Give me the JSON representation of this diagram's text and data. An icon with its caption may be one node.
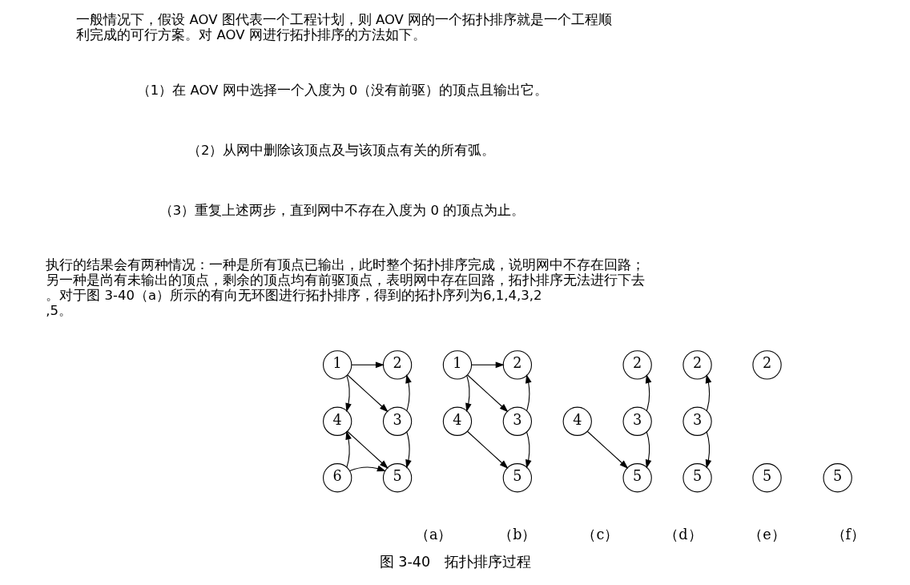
{
  "diagram": {
    "caption": "图 3-40　拓扑排序过程",
    "nodes": [
      {
        "text": [
          "1"
        ]
      },
      {
        "text": [
          "2"
        ]
      },
      {
        "text": [
          "4"
        ]
      },
      {
        "text": [
          "3"
        ]
      },
      {
        "text": [
          "6"
        ]
      },
      {
        "text": [
          "5"
        ]
      },
      {
        "text": [
          "1"
        ]
      },
      {
        "text": [
          "2"
        ]
      },
      {
        "text": [
          "4"
        ]
      },
      {
        "text": [
          "3"
        ]
      },
      {
        "text": [
          "5"
        ]
      },
      {
        "text": [
          "2"
        ]
      },
      {
        "text": [
          "4"
        ]
      },
      {
        "text": [
          "3"
        ]
      },
      {
        "text": [
          "5"
        ]
      },
      {
        "text": [
          "2"
        ]
      },
      {
        "text": [
          "3"
        ]
      },
      {
        "text": [
          "5"
        ]
      },
      {
        "text": [
          "2"
        ]
      },
      {
        "text": [
          "5"
        ]
      },
      {
        "text": [
          "5"
        ]
      }
    ],
    "edges": [
      {
        "from": 0,
        "to": 1,
        "arrow": "to"
      },
      {
        "from": 0,
        "to": 2,
        "arrow": "to"
      },
      {
        "from": 0,
        "to": 3,
        "arrow": "to"
      },
      {
        "from": 3,
        "to": 1,
        "arrow": "to"
      },
      {
        "from": 2,
        "to": 5,
        "arrow": "to"
      },
      {
        "from": 3,
        "to": 5,
        "arrow": "to"
      },
      {
        "from": 4,
        "to": 2,
        "arrow": "to"
      },
      {
        "from": 4,
        "to": 5,
        "arrow": "to"
      },
      {
        "from": 6,
        "to": 7,
        "arrow": "to"
      },
      {
        "from": 6,
        "to": 8,
        "arrow": "to"
      },
      {
        "from": 6,
        "to": 9,
        "arrow": "to"
      },
      {
        "from": 9,
        "to": 7,
        "arrow": "to"
      },
      {
        "from": 8,
        "to": 10,
        "arrow": "to"
      },
      {
        "from": 9,
        "to": 10,
        "arrow": "to"
      },
      {
        "from": 13,
        "to": 11,
        "arrow": "to"
      },
      {
        "from": 12,
        "to": 14,
        "arrow": "to"
      },
      {
        "from": 13,
        "to": 14,
        "arrow": "to"
      },
      {
        "from": 16,
        "to": 15,
        "arrow": "to"
      },
      {
        "from": 16,
        "to": 17,
        "arrow": "to"
      }
    ],
    "labels": [
      "一般情况下，假设 AOV 图代表一个工程计划，则 AOV 网的一个拓扑排序就是一个工程顺利完成的可行方案。对 AOV 网进行拓扑排序的方法如下。",
      "（1）在 AOV 网中选择一个入度为 0（没有前驱）的顶点且输出它。",
      "（2）从网中删除该顶点及与该顶点有关的所有弧。",
      "（3）重复上述两步，直到网中不存在入度为 0 的顶点为止。",
      "执行的结果会有两种情况：一种是所有顶点已输出，此时整个拓扑排序完成，说明网中不存在回路；另一种是尚有未输出的顶点，剩余的顶点均有前驱顶点，表明网中存在回路，拓扑排序无法进行下去。对于图 3-40（a）所示的有向无环图进行拓扑排序，得到的拓扑序列为6,1,4,3,2,5。",
      "（a）",
      "（b）",
      "（c）",
      "（d）",
      "（e）",
      "（f）"
    ]
  }
}
